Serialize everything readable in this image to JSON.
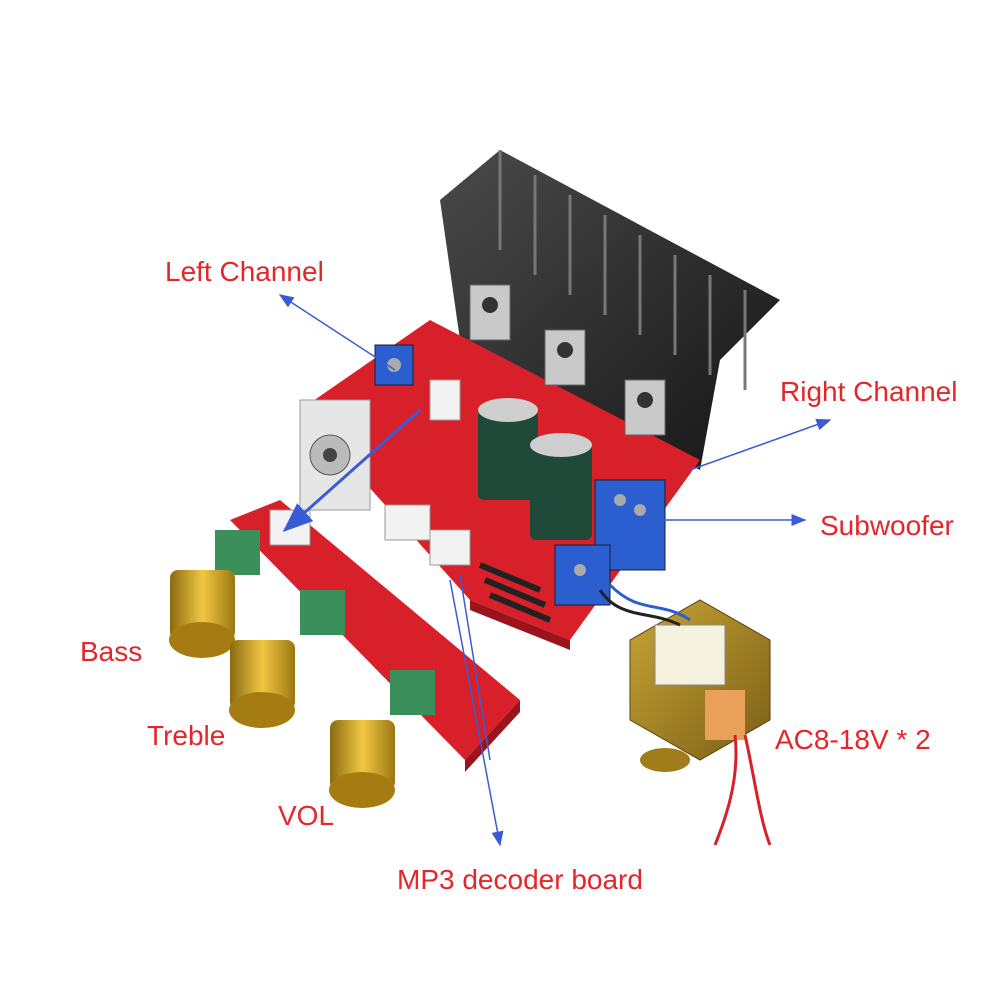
{
  "labels": {
    "left_channel": "Left Channel",
    "right_channel": "Right Channel",
    "subwoofer": "Subwoofer",
    "bass": "Bass",
    "treble": "Treble",
    "vol": "VOL",
    "mp3_decoder": "MP3 decoder board",
    "ac_input": "AC8-18V * 2"
  },
  "colors": {
    "label": "#e4262b",
    "arrow": "#3a5bd6",
    "pcb": "#d8202a",
    "heatsink": "#2a2a2a",
    "knob": "#d4a21c",
    "terminal": "#2b5fd0",
    "capacitor": "#1f4a3a"
  }
}
